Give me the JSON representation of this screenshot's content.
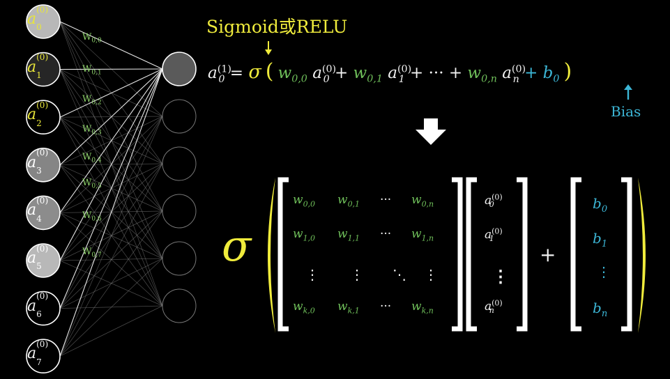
{
  "header": {
    "activation_label": "Sigmoid或RELU",
    "bias_label": "Bias"
  },
  "colors": {
    "weight": "#6fbf5a",
    "activation": "#f0ec3c",
    "bias": "#3cb6d6",
    "text": "#f2f2f2"
  },
  "network": {
    "input_nodes": [
      {
        "sup": "(0)",
        "sub": "0",
        "brightness": 0.72
      },
      {
        "sup": "(0)",
        "sub": "1",
        "brightness": 0.15
      },
      {
        "sup": "(0)",
        "sub": "2",
        "brightness": 0.0
      },
      {
        "sup": "(0)",
        "sub": "3",
        "brightness": 0.52
      },
      {
        "sup": "(0)",
        "sub": "4",
        "brightness": 0.55
      },
      {
        "sup": "(0)",
        "sub": "5",
        "brightness": 0.72
      },
      {
        "sup": "(0)",
        "sub": "6",
        "brightness": 0.0
      },
      {
        "sup": "(0)",
        "sub": "7",
        "brightness": 0.0
      }
    ],
    "input_symbol": "a",
    "output_node_count": 6,
    "weights": [
      "0,0",
      "0,1",
      "0,2",
      "0,3",
      "0,4",
      "0,5",
      "0,6",
      "0,7"
    ],
    "weight_symbol": "W"
  },
  "equation": {
    "lhs": "a",
    "lhs_sup": "(1)",
    "lhs_sub": "0",
    "sigma": "σ",
    "terms": [
      {
        "w": "w",
        "wsub": "0,0",
        "a": "a",
        "asup": "(0)",
        "asub": "0"
      },
      {
        "w": "w",
        "wsub": "0,1",
        "a": "a",
        "asup": "(0)",
        "asub": "1"
      },
      {
        "w": "w",
        "wsub": "0,n",
        "a": "a",
        "asup": "(0)",
        "asub": "n"
      }
    ],
    "ellipsis": "···",
    "bias": "b",
    "bias_sub": "0"
  },
  "matrix": {
    "sigma": "σ",
    "rows": [
      [
        {
          "s": "w",
          "sub": "0,0"
        },
        {
          "s": "w",
          "sub": "0,1"
        },
        {
          "s": "···",
          "sub": ""
        },
        {
          "s": "w",
          "sub": "0,n"
        }
      ],
      [
        {
          "s": "w",
          "sub": "1,0"
        },
        {
          "s": "w",
          "sub": "1,1"
        },
        {
          "s": "···",
          "sub": ""
        },
        {
          "s": "w",
          "sub": "1,n"
        }
      ],
      [
        {
          "s": "⋮",
          "sub": ""
        },
        {
          "s": "⋮",
          "sub": ""
        },
        {
          "s": "⋱",
          "sub": ""
        },
        {
          "s": "⋮",
          "sub": ""
        }
      ],
      [
        {
          "s": "w",
          "sub": "k,0"
        },
        {
          "s": "w",
          "sub": "k,1"
        },
        {
          "s": "···",
          "sub": ""
        },
        {
          "s": "w",
          "sub": "k,n"
        }
      ]
    ],
    "vector": [
      {
        "s": "a",
        "sup": "(0)",
        "sub": "0"
      },
      {
        "s": "a",
        "sup": "(0)",
        "sub": "1"
      },
      {
        "s": "⋮",
        "sup": "",
        "sub": ""
      },
      {
        "s": "a",
        "sup": "(0)",
        "sub": "n"
      }
    ],
    "plus": "+",
    "bias_vector": [
      {
        "s": "b",
        "sub": "0"
      },
      {
        "s": "b",
        "sub": "1"
      },
      {
        "s": "⋮",
        "sub": ""
      },
      {
        "s": "b",
        "sub": "n"
      }
    ]
  }
}
